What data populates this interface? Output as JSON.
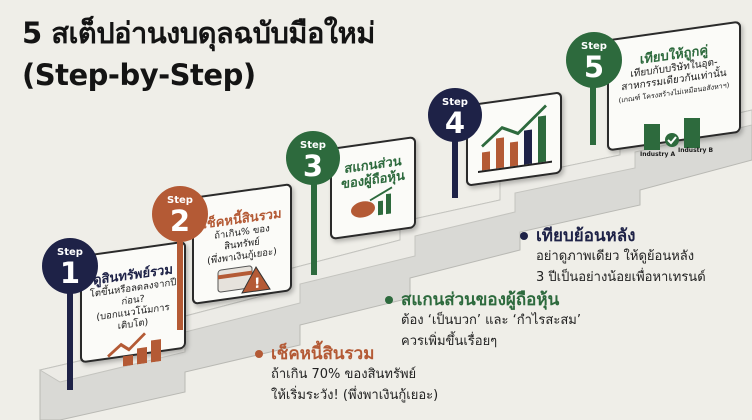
{
  "title": {
    "line1": "5 สเต็ปอ่านงบดุลฉบับมือใหม่",
    "line2": "(Step-by-Step)"
  },
  "colors": {
    "navy": "#1e2247",
    "rust": "#b45a35",
    "green": "#2d6a3d",
    "background": "#efeee8"
  },
  "steps": [
    {
      "label": "Step",
      "number": "1",
      "color": "navy",
      "title": "ดูสินทรัพย์รวม",
      "body": [
        "โตขึ้นหรือลดลงจากปีก่อน?",
        "(บอกแนวโน้มการเติบโต)"
      ],
      "icon": "coins-growth-icon"
    },
    {
      "label": "Step",
      "number": "2",
      "color": "rust",
      "title": "เช็คหนี้สินรวม",
      "body": [
        "ถ้าเกิน% ของสินทรัพย์",
        "(พึ่งพาเงินกู้เยอะ)"
      ],
      "icon": "credit-card-warning-icon"
    },
    {
      "label": "Step",
      "number": "3",
      "color": "green",
      "title": "สแกนส่วน",
      "title2": "ของผู้ถือหุ้น",
      "icon": "piggy-bank-growth-icon"
    },
    {
      "label": "Step",
      "number": "4",
      "color": "navy",
      "icon": "bar-chart-growth-icon"
    },
    {
      "label": "Step",
      "number": "5",
      "color": "green",
      "title": "เทียบให้ถูกคู่",
      "body": [
        "เทียบกับบริษัทในอุต-",
        "สาหกรรมเดียวกันเท่านั้น",
        "(เกณฑ์ โครงสร้างไม่เหมือนอสังหาฯ)"
      ],
      "icon": "buildings-compare-icon",
      "industries": [
        "Industry A",
        "Industry B"
      ]
    }
  ],
  "notes": [
    {
      "heading": "เทียบย้อนหลัง",
      "color": "navy",
      "lines": [
        "อย่าดูภาพเดียว ให้ดูย้อนหลัง",
        "3 ปีเป็นอย่างน้อยเพื่อหาเทรนด์"
      ]
    },
    {
      "heading": "สแกนส่วนของผู้ถือหุ้น",
      "color": "green",
      "lines": [
        "ต้อง ‘เป็นบวก’ และ ‘กำไรสะสม’",
        "ควรเพิ่มขึ้นเรื่อยๆ"
      ]
    },
    {
      "heading": "เช็คหนี้สินรวม",
      "color": "rust",
      "lines": [
        "ถ้าเกิน 70% ของสินทรัพย์",
        "ให้เริ่มระวัง! (พึ่งพาเงินกู้เยอะ)"
      ]
    }
  ]
}
